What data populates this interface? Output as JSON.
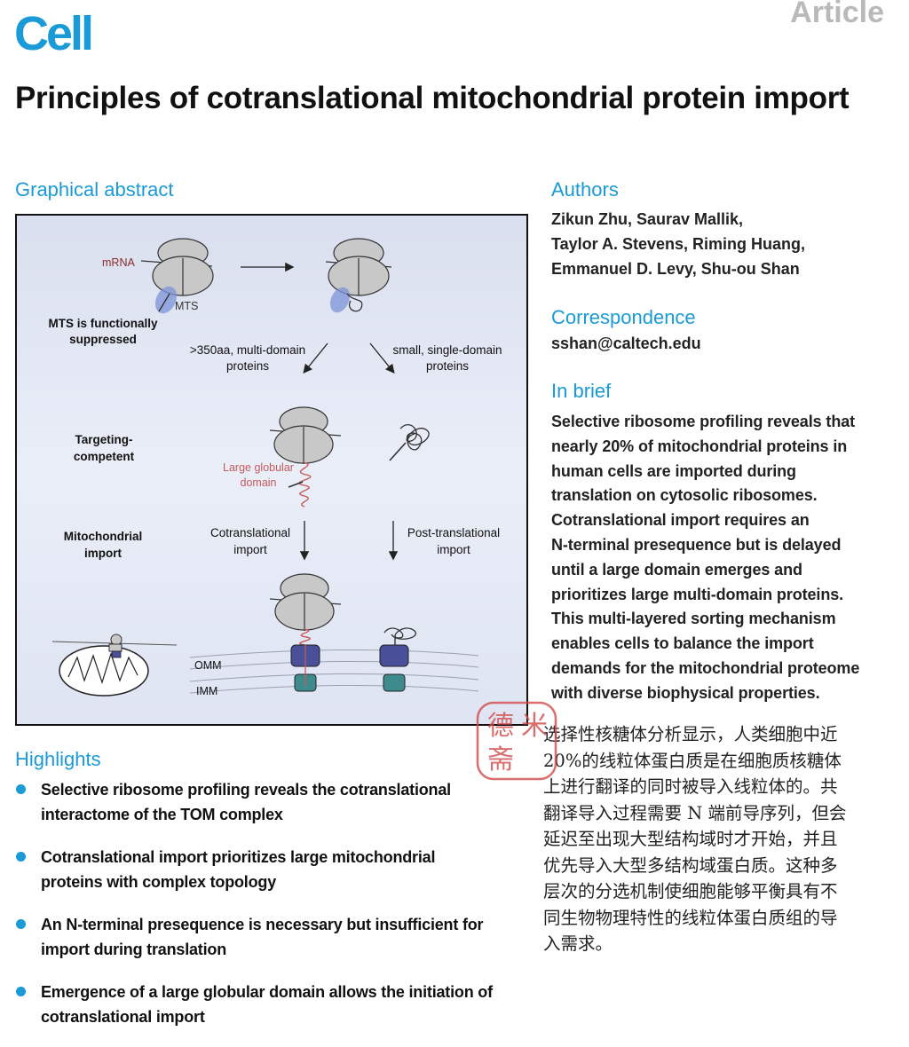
{
  "header": {
    "journal": "Cell",
    "doc_type": "Article"
  },
  "title": "Principles of cotranslational mitochondrial protein import",
  "graphical_abstract": {
    "heading": "Graphical abstract",
    "labels": {
      "mrna": "mRNA",
      "mts": "MTS",
      "row1_line1": "MTS is functionally",
      "row1_line2": "suppressed",
      "left_branch_line1": ">350aa, multi-domain",
      "left_branch_line2": "proteins",
      "right_branch_line1": "small, single-domain",
      "right_branch_line2": "proteins",
      "row2_line1": "Targeting-",
      "row2_line2": "competent",
      "globular_line1": "Large globular",
      "globular_line2": "domain",
      "row3_line1": "Mitochondrial",
      "row3_line2": "import",
      "cotrans_line1": "Cotranslational",
      "cotrans_line2": "import",
      "posttrans_line1": "Post-translational",
      "posttrans_line2": "import",
      "omm": "OMM",
      "imm": "IMM"
    }
  },
  "authors": {
    "heading": "Authors",
    "lines": [
      "Zikun Zhu, Saurav Mallik,",
      "Taylor A. Stevens, Riming Huang,",
      "Emmanuel D. Levy, Shu-ou Shan"
    ]
  },
  "correspondence": {
    "heading": "Correspondence",
    "email": "sshan@caltech.edu"
  },
  "in_brief": {
    "heading": "In brief",
    "lines": [
      "Selective ribosome profiling reveals that",
      "nearly 20% of mitochondrial proteins in",
      "human cells are imported during",
      "translation on cytosolic ribosomes.",
      "Cotranslational import requires an",
      "N-terminal presequence but is delayed",
      "until a large domain emerges and",
      "prioritizes large multi-domain proteins.",
      "This multi-layered sorting mechanism",
      "enables cells to balance the import",
      "demands for the mitochondrial proteome",
      "with diverse biophysical properties."
    ]
  },
  "translation": {
    "lines": [
      "选择性核糖体分析显示，人类细胞中近",
      "20%的线粒体蛋白质是在细胞质核糖体",
      "上进行翻译的同时被导入线粒体的。共",
      "翻译导入过程需要 N 端前导序列，但会",
      "延迟至出现大型结构域时才开始，并且",
      "优先导入大型多结构域蛋白质。这种多",
      "层次的分选机制使细胞能够平衡具有不",
      "同生物物理特性的线粒体蛋白质组的导",
      "入需求。"
    ]
  },
  "seal": {
    "chars": [
      "米",
      "德",
      "斋"
    ]
  },
  "highlights": {
    "heading": "Highlights",
    "items": [
      {
        "l1": "Selective ribosome profiling reveals the cotranslational",
        "l2": "interactome of the TOM complex"
      },
      {
        "l1": "Cotranslational import prioritizes large mitochondrial",
        "l2": "proteins with complex topology"
      },
      {
        "l1": "An N-terminal presequence is necessary but insufficient for",
        "l2": "import during translation"
      },
      {
        "l1": "Emergence of a large globular domain allows the initiation of",
        "l2": "cotranslational import"
      }
    ]
  },
  "colors": {
    "accent": "#1a9ad6",
    "mts_blue": "#7b93d8",
    "tom_purple": "#4a4f9a",
    "tim_teal": "#3f8a8c",
    "mrna_red": "#c85a5a"
  }
}
